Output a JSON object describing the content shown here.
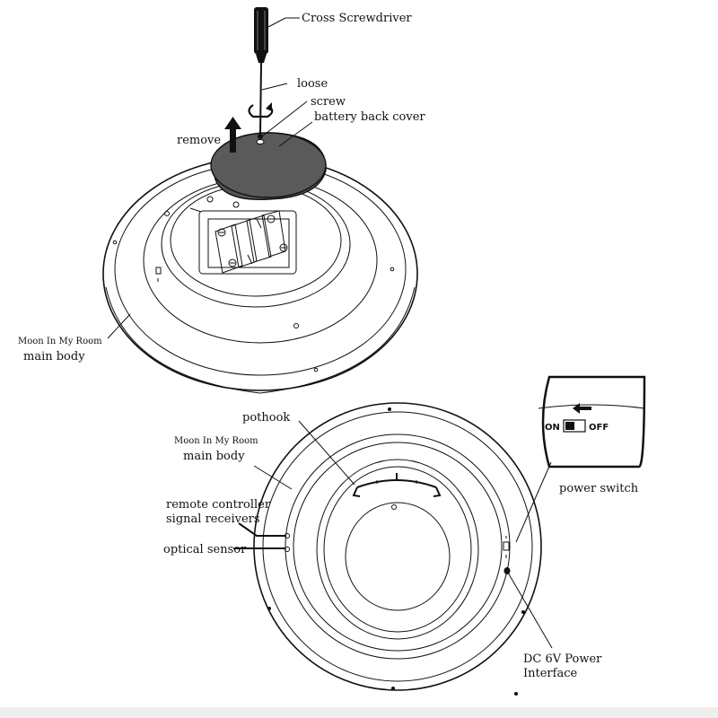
{
  "labels": {
    "cross_screwdriver": "Cross Screwdriver",
    "loose": "loose",
    "screw": "screw",
    "battery_back_cover": "battery back cover",
    "remove": "remove",
    "moon_in_my_room_top": "Moon In My Room",
    "main_body_top": "main body",
    "pothook": "pothook",
    "moon_in_my_room_bottom": "Moon In My Room",
    "main_body_bottom": "main body",
    "remote_controller": "remote controller",
    "signal_receivers": "signal receivers",
    "optical_sensor": "optical sensor",
    "power_switch": "power switch",
    "switch_on": "ON",
    "switch_off": "OFF",
    "dc_power_line1": "DC 6V Power",
    "dc_power_line2": "Interface"
  },
  "colors": {
    "ink": "#111111",
    "cover": "#555555",
    "paper": "#ffffff"
  },
  "icons": {
    "direction_arrow": "left-arrow-icon",
    "rotate": "rotate-arrow-icon",
    "lift": "up-arrow-icon"
  }
}
